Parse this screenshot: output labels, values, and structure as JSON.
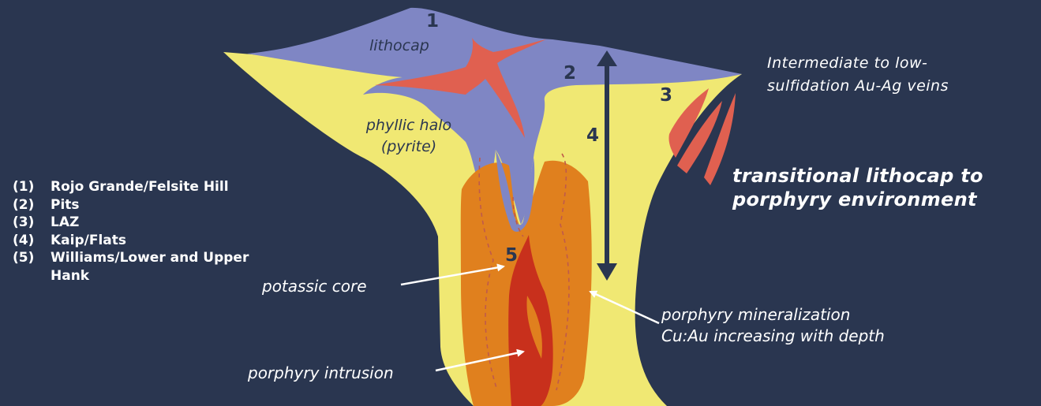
{
  "colors": {
    "background": "#2a3650",
    "lithocap": "#7f86c4",
    "host_yellow": "#f0e873",
    "porphyry_orange": "#e0801e",
    "intrusion_red": "#c8301c",
    "vein_red": "#e06050",
    "arrow": "#2a3650",
    "text": "#ffffff"
  },
  "zone_numbers": [
    "1",
    "2",
    "3",
    "4",
    "5"
  ],
  "labels": {
    "lithocap": "lithocap",
    "phyllic_line1": "phyllic halo",
    "phyllic_line2": "(pyrite)",
    "potassic": "potassic core",
    "intrusion": "porphyry intrusion",
    "mineralization_line1": "porphyry mineralization",
    "mineralization_line2": "Cu:Au increasing with depth",
    "veins_line1": "Intermediate to low-",
    "veins_line2": "sulfidation Au-Ag veins",
    "transition_line1": "transitional lithocap to",
    "transition_line2": "porphyry environment"
  },
  "legend": [
    {
      "key": "(1)",
      "text": "Rojo Grande/Felsite Hill"
    },
    {
      "key": "(2)",
      "text": "Pits"
    },
    {
      "key": "(3)",
      "text": "LAZ"
    },
    {
      "key": "(4)",
      "text": "Kaip/Flats"
    },
    {
      "key": "(5)",
      "text": "Williams/Lower and Upper Hank"
    }
  ]
}
